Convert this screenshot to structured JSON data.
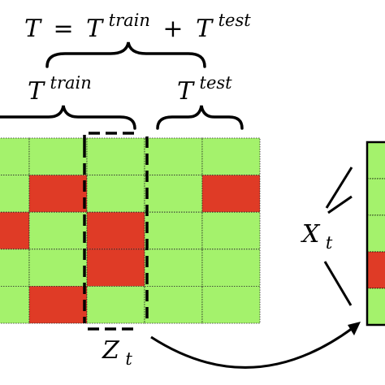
{
  "labels": {
    "equation": {
      "lhs": "T",
      "eq": "=",
      "t1": "T",
      "s1": "train",
      "plus": "+",
      "t2": "T",
      "s2": "test"
    },
    "train_label": {
      "base": "T",
      "sup": "train"
    },
    "test_label": {
      "base": "T",
      "sup": "test"
    },
    "z_label": {
      "base": "Z",
      "sub": "t"
    },
    "x_label": {
      "base": "X",
      "sub": "t"
    }
  },
  "grid": {
    "rows": 5,
    "cols": 5,
    "cells": [
      [
        "green",
        "green",
        "green",
        "green",
        "green"
      ],
      [
        "green",
        "red",
        "green",
        "green",
        "red"
      ],
      [
        "red",
        "green",
        "red",
        "green",
        "green"
      ],
      [
        "green",
        "green",
        "red",
        "green",
        "green"
      ],
      [
        "green",
        "red",
        "green",
        "green",
        "green"
      ]
    ]
  },
  "side_column": {
    "cells": [
      "green",
      "green",
      "green",
      "red",
      "green"
    ]
  },
  "colors": {
    "green": "#a4f26c",
    "red": "#df3b26",
    "grid_line": "#222222",
    "outline": "#000000"
  }
}
